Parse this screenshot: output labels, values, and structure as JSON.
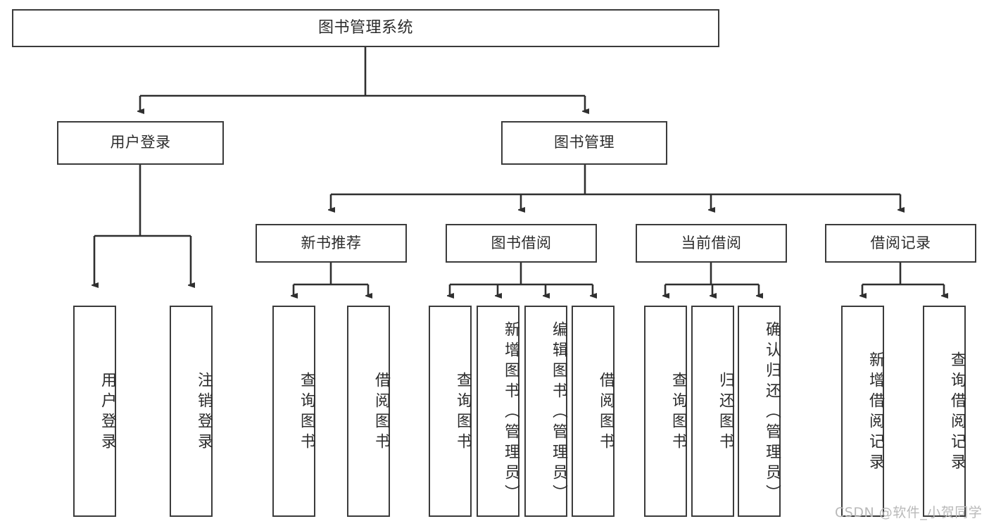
{
  "diagram": {
    "title": "图书管理系统",
    "type": "tree-hierarchy-diagram",
    "colors": {
      "stroke": "#3b3b3b",
      "fill": "#ffffff",
      "text": "#2c2c2c",
      "watermark": "#b9b9b9"
    },
    "root": {
      "label": "图书管理系统"
    },
    "level2": [
      {
        "label": "用户登录"
      },
      {
        "label": "图书管理"
      }
    ],
    "level3": [
      {
        "label": "新书推荐"
      },
      {
        "label": "图书借阅"
      },
      {
        "label": "当前借阅"
      },
      {
        "label": "借阅记录"
      }
    ],
    "leaves": {
      "user_login": [
        {
          "label": "用户登录"
        },
        {
          "label": "注销登录"
        }
      ],
      "new_book_recommend": [
        {
          "label": "查询图书"
        },
        {
          "label": "借阅图书"
        }
      ],
      "book_borrow": [
        {
          "label": "查询图书"
        },
        {
          "label": "新增图书（管理员）"
        },
        {
          "label": "编辑图书（管理员）"
        },
        {
          "label": "借阅图书"
        }
      ],
      "current_borrow": [
        {
          "label": "查询图书"
        },
        {
          "label": "归还图书"
        },
        {
          "label": "确认归还（管理员）"
        }
      ],
      "borrow_records": [
        {
          "label": "新增借阅记录"
        },
        {
          "label": "查询借阅记录"
        }
      ]
    },
    "watermark": "CSDN @软件_小贺同学"
  }
}
